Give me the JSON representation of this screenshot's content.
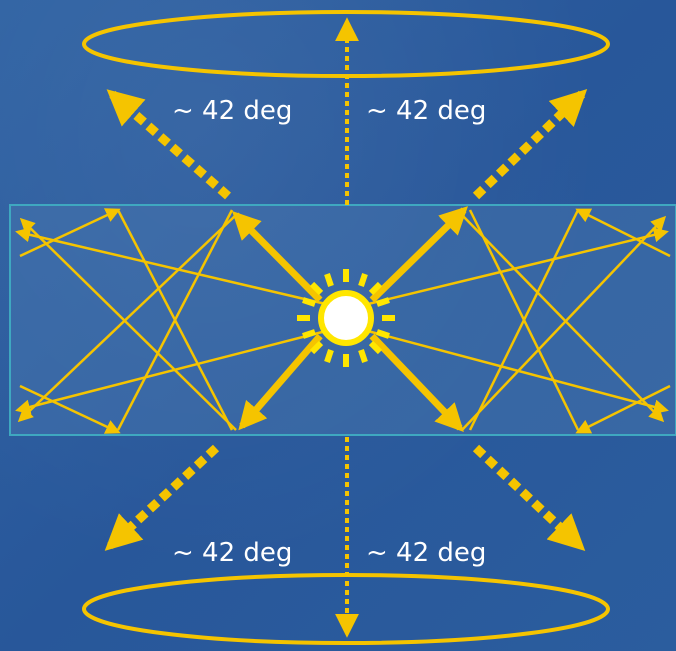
{
  "labels": {
    "upper_left": "~ 42 deg",
    "upper_right": "~ 42 deg",
    "lower_left": "~ 42 deg",
    "lower_right": "~ 42 deg"
  },
  "colors": {
    "background": "#2a5c9c",
    "ray": "#f5c400",
    "light_source": "#ffffff",
    "light_source_rays": "#ffe600",
    "slab_border": "#3fa8c0",
    "slab_fill": "#4a78b0"
  }
}
